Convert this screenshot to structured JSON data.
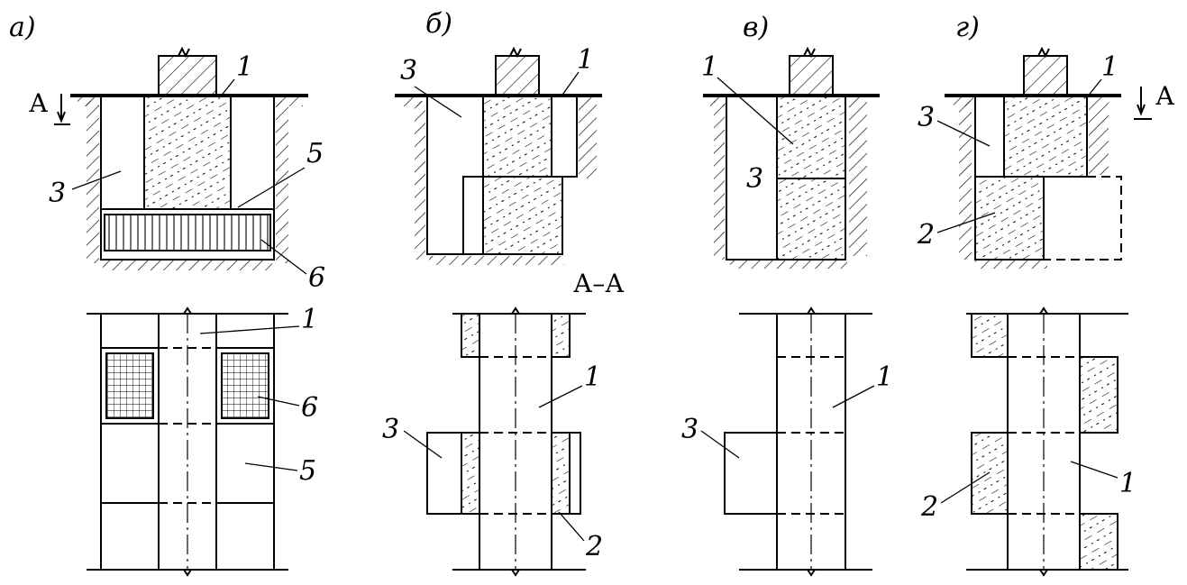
{
  "panel_labels": {
    "a": "а)",
    "b": "б)",
    "v": "в)",
    "g": "г)"
  },
  "section": {
    "mark_left": "А",
    "mark_right": "А",
    "title": "А–А"
  },
  "numbers": {
    "n1": "1",
    "n2": "2",
    "n3": "3",
    "n5": "5",
    "n6": "6"
  }
}
